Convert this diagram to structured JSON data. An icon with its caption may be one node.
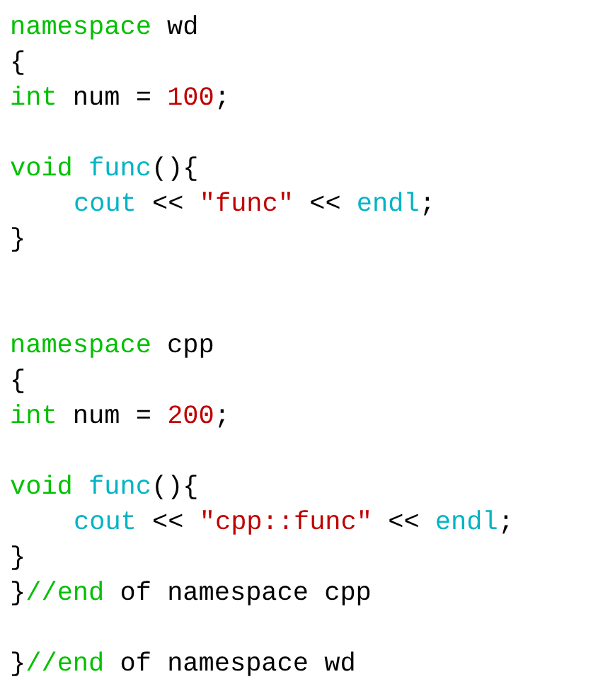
{
  "diagram": {
    "labels": [
      "namespace wd",
      "{",
      "int num = 100;",
      "void func(){",
      "cout << \"func\" << endl;",
      "}",
      "namespace cpp",
      "{",
      "int num = 200;",
      "void func(){",
      "cout << \"cpp::func\" << endl;",
      "}",
      "}//end of namespace cpp",
      "}//end of namespace wd"
    ]
  }
}
